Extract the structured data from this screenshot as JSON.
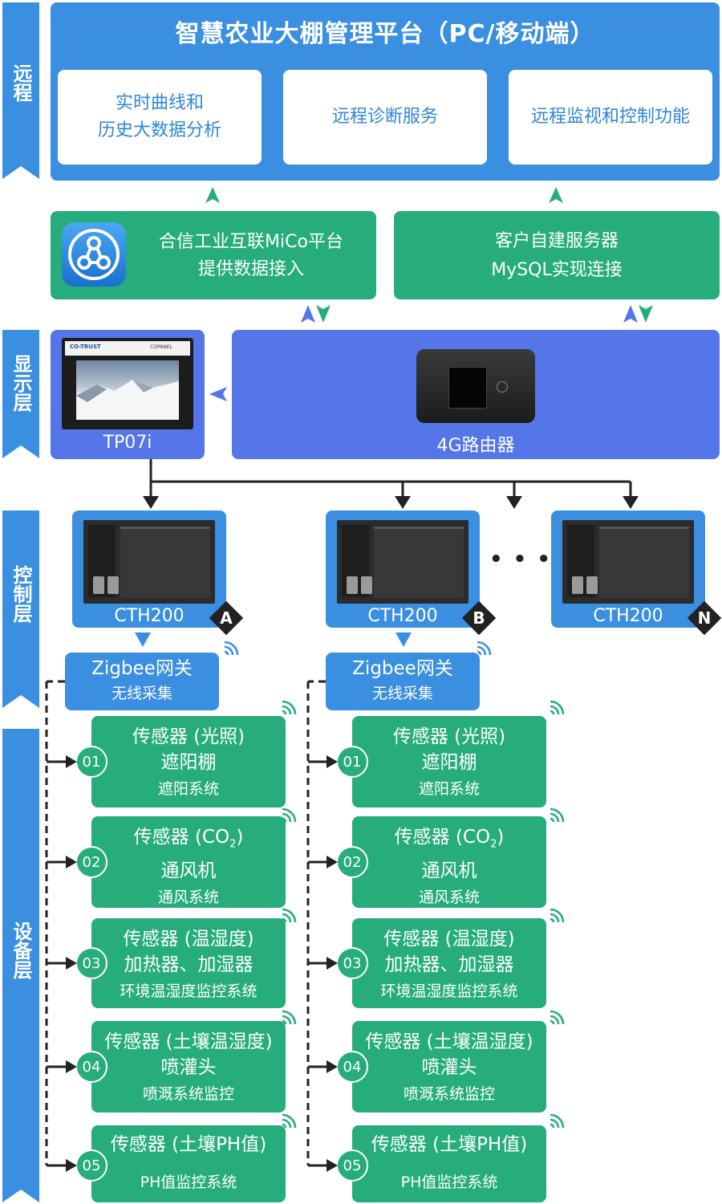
{
  "layers": {
    "remote": "远程",
    "display": "显示层",
    "control": "控制层",
    "device": "设备层"
  },
  "platform": {
    "title": "智慧农业大棚管理平台（PC/移动端）",
    "box1_line1": "实时曲线和",
    "box1_line2": "历史大数据分析",
    "box2": "远程诊断服务",
    "box3": "远程监视和控制功能"
  },
  "mico": {
    "line1": "合信工业互联MiCo平台",
    "line2": "提供数据接入"
  },
  "server": {
    "line1": "客户自建服务器",
    "line2": "MySQL实现连接"
  },
  "hmi": {
    "label": "TP07i",
    "brand": "CO-TRUST",
    "model": "COPANEL"
  },
  "router": {
    "label": "4G路由器"
  },
  "plcs": [
    {
      "label": "CTH200",
      "tag": "A"
    },
    {
      "label": "CTH200",
      "tag": "B"
    },
    {
      "label": "CTH200",
      "tag": "N"
    }
  ],
  "ellipsis": "• • •",
  "gateway": {
    "line1": "Zigbee网关",
    "line2": "无线采集"
  },
  "sensors": [
    {
      "num": "01",
      "l1": "传感器 (光照)",
      "l2": "遮阳棚",
      "l3": "遮阳系统"
    },
    {
      "num": "02",
      "l1a": "传感器 (CO",
      "l1sub": "2",
      "l1b": ")",
      "l2": "通风机",
      "l3": "通风系统"
    },
    {
      "num": "03",
      "l1": "传感器 (温湿度)",
      "l2": "加热器、加湿器",
      "l3": "环境温湿度监控系统"
    },
    {
      "num": "04",
      "l1": "传感器 (土壤温湿度)",
      "l2": "喷灌头",
      "l3": "喷溉系统监控"
    },
    {
      "num": "05",
      "l1": "传感器 (土壤PH值)",
      "l3": "PH值监控系统"
    }
  ],
  "colors": {
    "blue": "#3a8fe0",
    "green": "#26ad7b",
    "violet": "#5476e9"
  }
}
